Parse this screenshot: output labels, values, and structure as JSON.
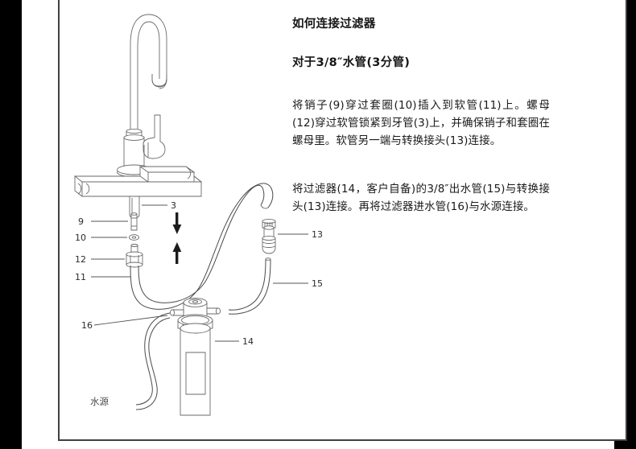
{
  "page": {
    "background_color": "#000000",
    "sheet_color": "#ffffff",
    "border_color": "#3f3f44"
  },
  "text_column": {
    "title": "如何连接过滤器",
    "subtitle": "对于3/8″水管(3分管)",
    "paragraphs": [
      "将销子(9)穿过套圈(10)插入到软管(11)上。螺母(12)穿过软管锁紧到牙管(3)上，并确保销子和套圈在螺母里。软管另一端与转换接头(13)连接。",
      "将过滤器(14，客户自备)的3/8″出水管(15)与转换接头(13)连接。再将过滤器进水管(16)与水源连接。"
    ]
  },
  "diagram": {
    "name": "faucet-filter-connection-diagram",
    "callouts": [
      {
        "id": "3",
        "label": "3",
        "part": "threaded-shank"
      },
      {
        "id": "9",
        "label": "9",
        "part": "pin-insert"
      },
      {
        "id": "10",
        "label": "10",
        "part": "ferrule-ring"
      },
      {
        "id": "11",
        "label": "11",
        "part": "flexible-hose"
      },
      {
        "id": "12",
        "label": "12",
        "part": "compression-nut"
      },
      {
        "id": "13",
        "label": "13",
        "part": "transition-adapter"
      },
      {
        "id": "14",
        "label": "14",
        "part": "filter-canister"
      },
      {
        "id": "15",
        "label": "15",
        "part": "filter-outlet-tube"
      },
      {
        "id": "16",
        "label": "16",
        "part": "filter-inlet-tube"
      }
    ],
    "annotations": [
      {
        "id": "water-source",
        "label": "水源"
      }
    ],
    "arrows": [
      {
        "id": "arrow-down",
        "direction": "down"
      },
      {
        "id": "arrow-up",
        "direction": "up"
      }
    ]
  }
}
